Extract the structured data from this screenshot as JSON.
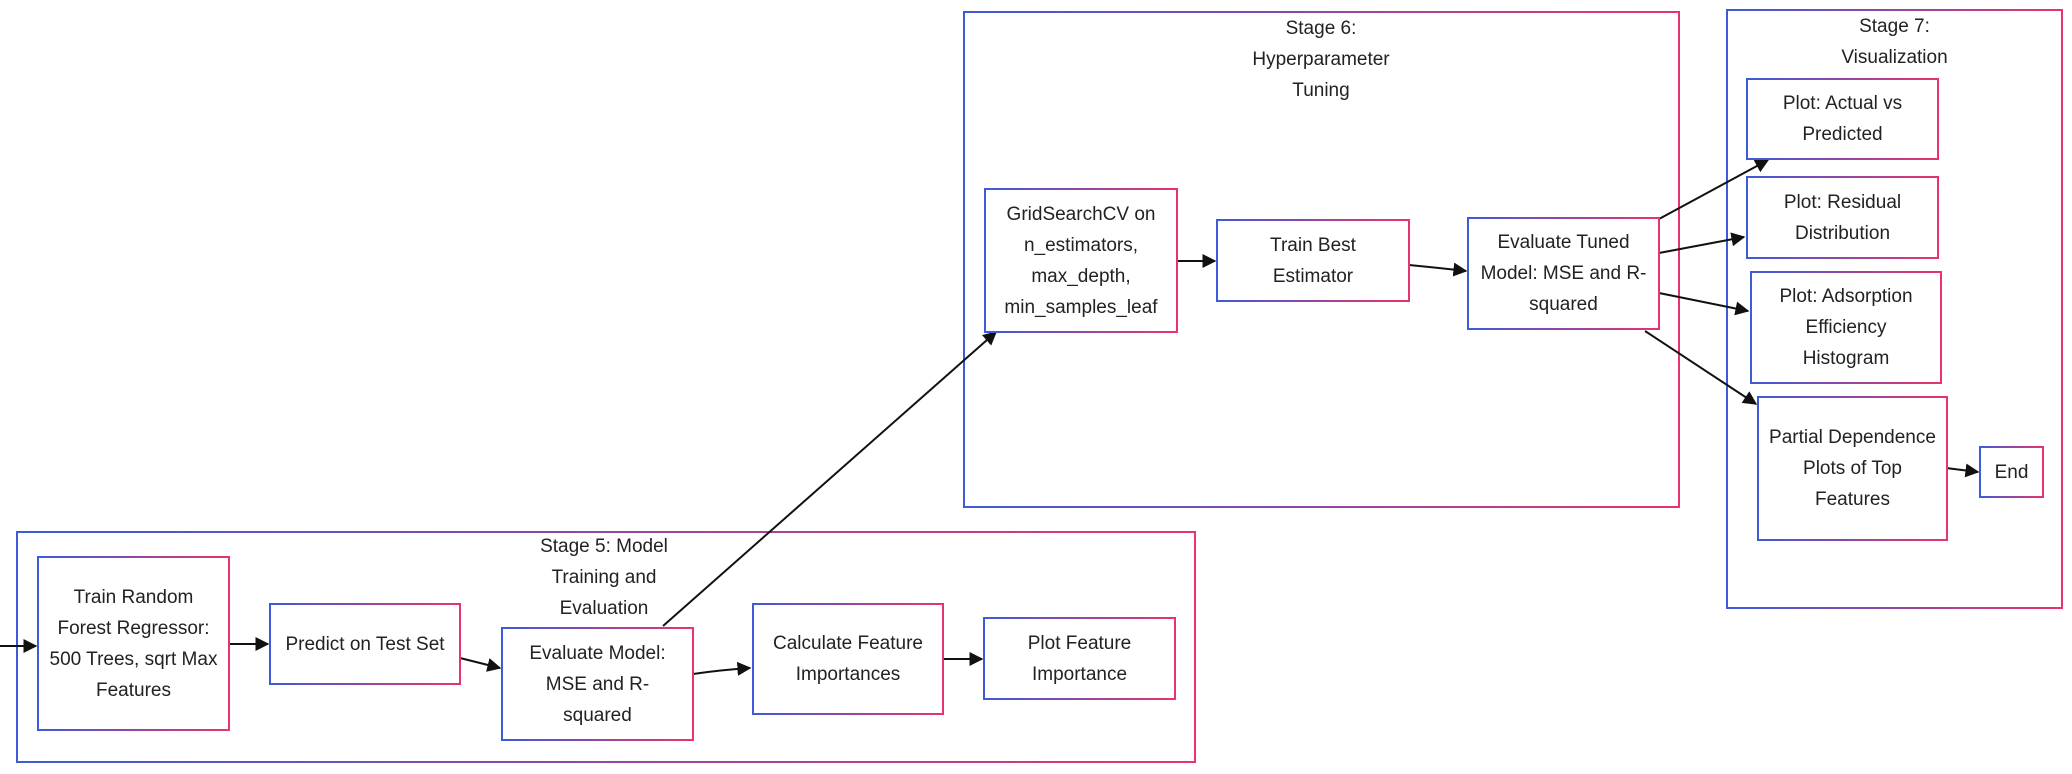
{
  "clusters": {
    "stage5": {
      "title": "Stage 5: Model Training and Evaluation"
    },
    "stage6": {
      "title": "Stage 6: Hyperparameter Tuning"
    },
    "stage7": {
      "title": "Stage 7: Visualization"
    }
  },
  "nodes": {
    "train_rf": "Train Random Forest Regressor: 500 Trees, sqrt Max Features",
    "predict": "Predict on Test Set",
    "evaluate": "Evaluate Model: MSE and R-squared",
    "feature_imp": "Calculate Feature Importances",
    "plot_imp": "Plot Feature Importance",
    "gridsearch": "GridSearchCV on n_estimators, max_depth, min_samples_leaf",
    "train_best": "Train Best Estimator",
    "eval_tuned": "Evaluate Tuned Model: MSE and R-squared",
    "plot_avp": "Plot: Actual vs Predicted",
    "plot_resid": "Plot: Residual Distribution",
    "plot_hist": "Plot: Adsorption Efficiency Histogram",
    "pdp": "Partial Dependence Plots of Top Features",
    "end": "End"
  },
  "colors": {
    "border_start": "#3b5bdb",
    "border_end": "#e8336d",
    "arrow": "#111111"
  }
}
